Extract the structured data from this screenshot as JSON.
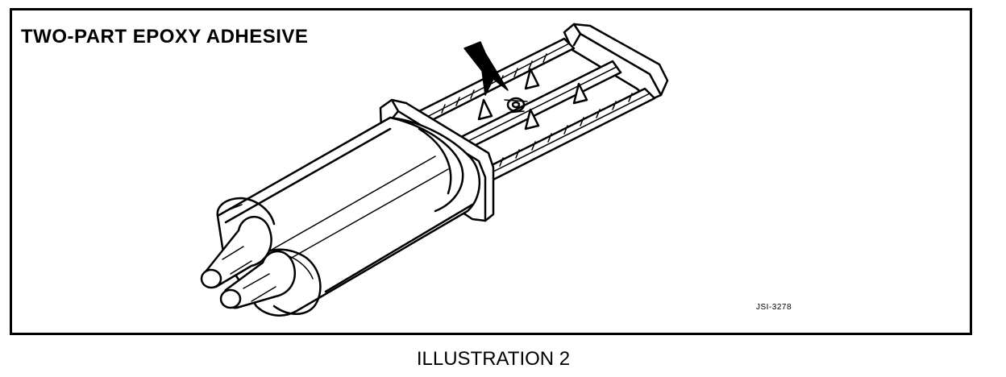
{
  "illustration": {
    "title": "TWO-PART EPOXY ADHESIVE",
    "figure_code": "JSI-3278",
    "caption": "ILLUSTRATION 2"
  },
  "icons": {
    "indicator": "arrow-icon"
  }
}
